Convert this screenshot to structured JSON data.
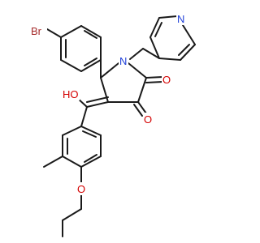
{
  "molecule": {
    "atoms": {
      "bromine": {
        "label": "Br",
        "color": "#a52a2a"
      },
      "hydroxyl": {
        "label": "HO",
        "color": "#d40000"
      },
      "carbonyl_oxygen_1": {
        "label": "O",
        "color": "#d40000"
      },
      "carbonyl_oxygen_2": {
        "label": "O",
        "color": "#d40000"
      },
      "ether_oxygen": {
        "label": "O",
        "color": "#d40000"
      },
      "lactam_nitrogen": {
        "label": "N",
        "color": "#1f3fd8"
      },
      "pyridine_nitrogen": {
        "label": "N",
        "color": "#1f3fd8"
      }
    },
    "bond_color": "#1a1a1a"
  }
}
